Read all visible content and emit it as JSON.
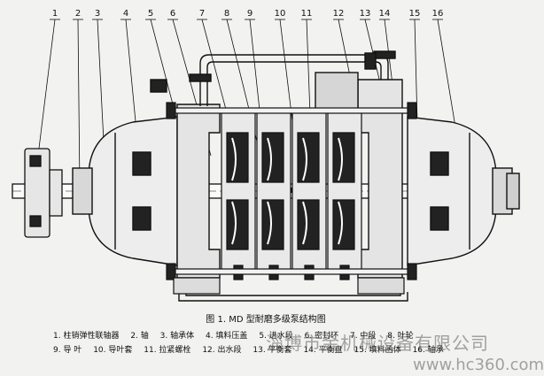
{
  "callouts": [
    "1",
    "2",
    "3",
    "4",
    "5",
    "6",
    "7",
    "8",
    "9",
    "10",
    "11",
    "12",
    "13",
    "14",
    "15",
    "16"
  ],
  "caption": "图 1. MD 型耐磨多级泵结构图",
  "legend_rows": [
    [
      "1. 柱销弹性联轴器",
      "2. 轴",
      "3. 轴承体",
      "4. 填料压盖",
      "5. 进水段",
      "6. 密封环",
      "7. 中段",
      "8. 叶轮"
    ],
    [
      "9. 导 叶",
      "10. 导叶套",
      "11. 拉紧螺栓",
      "12. 出水段",
      "13. 平衡套",
      "14. 平衡盘",
      "15. 填料函体",
      "16. 轴承"
    ]
  ],
  "watermark": {
    "company": "淄博市金机械设备有限公司",
    "site": "www.hc360.com"
  }
}
